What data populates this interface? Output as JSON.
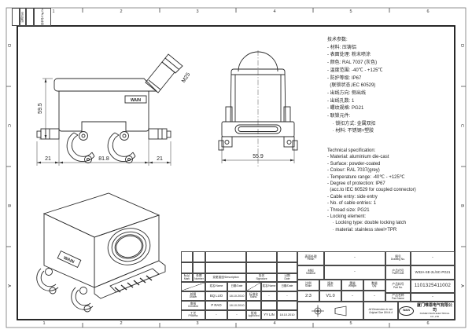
{
  "frame": {
    "cols": [
      "1",
      "2",
      "3",
      "4",
      "5",
      "6"
    ],
    "rows": [
      "D",
      "C",
      "B",
      "A"
    ],
    "rev_date": "日期/Date",
    "rev_chg": "更改单号/Chg.Doc."
  },
  "views": {
    "front": {
      "height_dim": "59.5",
      "dim_left": "21",
      "dim_mid": "81.8",
      "dim_right": "21",
      "gland_label": "M25",
      "logo": "WAIN"
    },
    "side": {
      "width_dim": "55.9"
    },
    "iso": {
      "logo": "WAIN"
    }
  },
  "spec_cn": "技术参数:\n- 材料: 压铸铝\n- 表面处理: 粉末喷涂\n- 颜色: RAL 7037 (灰色)\n- 温度范围: -40℃ - +125℃\n- 防护等级: IP67\n  (联锁状态,IEC 60529)\n- 出线方向: 侧出线\n- 出线孔数: 1\n- 螺纹规格: PG21\n- 联锁元件:\n    · 锁扣方式: 金属双扣\n    · 材料: 不锈钢+塑胶",
  "spec_en": "Technical specification:\n- Material: aluminium die-cast\n- Surface: powder-coated\n- Colour: RAL 7037(grey)\n- Temperature range: -40℃ - +125℃\n- Degree of protection: IP67\n  (acc.to IEC 60529 for coupled connector)\n- Cable entry: side entry\n- No. of cable entries: 1\n- Thread size: PG21\n- Locking element:\n    · Locking type: double locking latch\n    · material: stainless steel+TPR",
  "titleblock": {
    "mark": {
      "cn": "标记",
      "en": "Mark"
    },
    "number": {
      "cn": "处数",
      "en": "Number"
    },
    "description": "变更描述/Description",
    "signature": {
      "cn": "签名",
      "en": "Signature"
    },
    "date_hdr": {
      "cn": "日期",
      "en": "Date"
    },
    "name_date1": {
      "name": "姓名/Name",
      "date": "日期/Date"
    },
    "name_date2": {
      "name": "姓名/Name",
      "date": "日期/Date"
    },
    "drawn": {
      "cn": "绘图",
      "en": "Drawn",
      "name": "BQ LUO",
      "date": "18.10.2010"
    },
    "checked": {
      "cn": "审核",
      "en": "Checked",
      "name": "P RAO",
      "date": "18.10.2010"
    },
    "process": {
      "cn": "工艺",
      "en": "Process",
      "name": "-",
      "date": "-"
    },
    "stand": {
      "cn": "标准化",
      "en": "Stand.",
      "name": "-",
      "date": "-"
    },
    "approved": {
      "cn": "批准",
      "en": "Approved",
      "name": "YY LIN",
      "date": "18.10.2010"
    },
    "finish": {
      "cn": "表面处理",
      "en": "Finish",
      "value": "-"
    },
    "material": {
      "cn": "材料",
      "en": "Material",
      "value": "-"
    },
    "drawing_no": {
      "cn": "图号",
      "en": "Drawing No.",
      "value": "-"
    },
    "part_code": {
      "cn": "产品代号",
      "en": "Part Code",
      "value": "W32A-SE-2L/SC-PG21"
    },
    "part_no": {
      "cn": "产品料号",
      "en": "Part No.",
      "value": "1101325411002"
    },
    "part_name": {
      "cn": "产品名称",
      "en": "Part Name",
      "value": "-"
    },
    "scale": {
      "cn": "比例",
      "en": "Scale",
      "value": "2:3"
    },
    "rev": {
      "cn": "版本",
      "en": "REV.",
      "value": "V1.0"
    },
    "weight": {
      "cn": "重量",
      "en": "Weight",
      "value": "-"
    },
    "qty": {
      "cn": "数量",
      "en": "Qty.",
      "value": "-"
    },
    "note_line1": "All Dimensions in mm",
    "note_line2": "Original Size DIN A 4",
    "logo": "WAIN",
    "company_cn": "厦门唯恩电气有限公司",
    "company_en": "XIAMEN WAIN ELECTRICAL CO.,LTD"
  }
}
